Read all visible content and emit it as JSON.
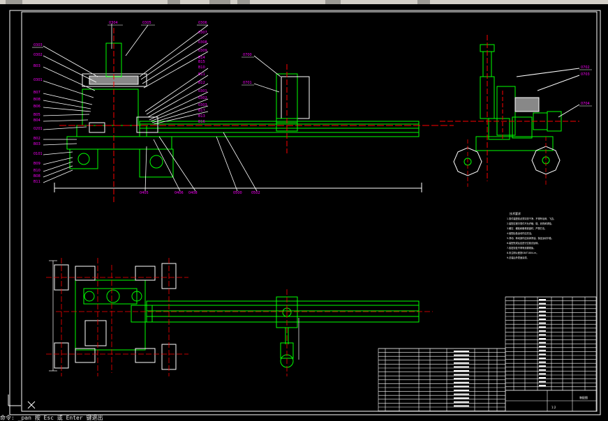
{
  "toolbar": {
    "buttons": [
      "btn-a",
      "btn-b",
      "btn-c",
      "btn-d",
      "btn-e",
      "btn-f"
    ]
  },
  "drawing": {
    "labels_top": [
      "0304",
      "0305",
      "0306",
      "0307",
      "0308",
      "0309",
      "B10",
      "B11",
      "B12",
      "0301",
      "0302",
      "0303",
      "B17",
      "B13",
      "B14",
      "B15",
      "B16"
    ],
    "labels_left": [
      "0303",
      "0302",
      "B03",
      "0301",
      "B07",
      "B08",
      "B06",
      "B05",
      "B04",
      "0201",
      "B02",
      "B03",
      "0101",
      "B09",
      "B10",
      "B08",
      "B11"
    ],
    "labels_mid": [
      "0700",
      "0701"
    ],
    "labels_bottom": [
      "0405",
      "0406",
      "0408",
      "0500",
      "0502"
    ],
    "labels_right": [
      "0702",
      "0703",
      "0704"
    ],
    "notes_title": "技术要求",
    "notes": [
      "1.零件装配前必须清洗干净，不得有毛刺、飞边。",
      "2.装配过程中零件不允许磕、碰、划伤和锈蚀。",
      "3.螺钉、螺栓和螺母紧固时，严禁打击。",
      "4.装配后各运动件应灵活。",
      "5.滑动、转动部件应涂润滑油，保证运动平稳。",
      "6.装配完成后应进行空载试运转。",
      "7.各密封处不得有渗漏现象。",
      "8.未注明公差按GB/T1804-m。",
      "9.总装后外表面涂漆。"
    ],
    "title_block": {
      "name": "装配图",
      "scale": "1:2"
    }
  },
  "status": {
    "cmdline": "命令: _pan  按 Esc 或 Enter 键退出"
  },
  "colors": {
    "background": "#000000",
    "geometry": "#00ff00",
    "white": "#ffffff",
    "magenta": "#ff00ff",
    "red": "#ff0000",
    "yellow": "#ffff00"
  }
}
